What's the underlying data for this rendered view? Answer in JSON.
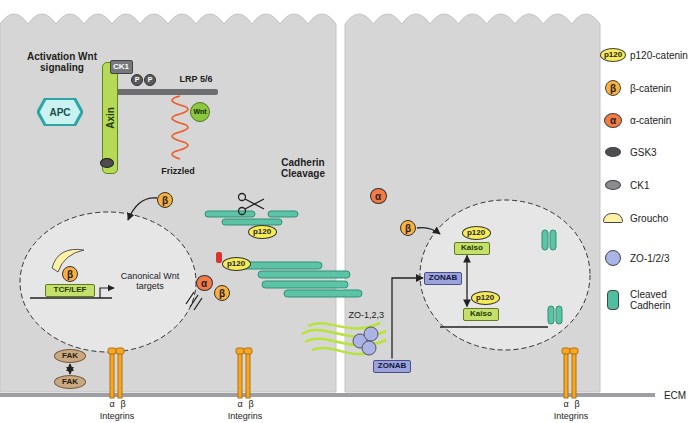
{
  "diagram": {
    "nodes": [
      {
        "text": [
          "APC"
        ]
      },
      {
        "text": [
          "Axin"
        ]
      },
      {
        "text": [
          "CK1"
        ]
      },
      {
        "text": [
          "P"
        ]
      },
      {
        "text": [
          "P"
        ]
      },
      {
        "text": [
          "p120"
        ]
      },
      {
        "text": [
          "α"
        ]
      },
      {
        "text": [
          "p120"
        ]
      },
      {
        "text": [
          "α"
        ]
      },
      {
        "text": [
          "β"
        ]
      },
      {
        "text": [
          "β"
        ]
      },
      {
        "text": [
          "TCF/LEF"
        ]
      },
      {
        "text": [
          "β"
        ]
      },
      {
        "text": [
          "FAK"
        ]
      },
      {
        "text": [
          "FAK"
        ]
      },
      {
        "text": [
          "β"
        ]
      },
      {
        "text": [
          "p120"
        ]
      },
      {
        "text": [
          "Kaiso"
        ]
      },
      {
        "text": [
          "ZONAB"
        ]
      },
      {
        "text": [
          "p120"
        ]
      },
      {
        "text": [
          "Kaiso"
        ]
      },
      {
        "text": [
          "ZONAB"
        ]
      },
      {
        "text": [
          "Wnt"
        ]
      }
    ],
    "edges": [
      {
        "from": 13,
        "to": 14,
        "arrow": "both"
      },
      {
        "from": 17,
        "to": 20,
        "arrow": "both"
      },
      {
        "from": 21,
        "to": 18,
        "arrow": "to"
      }
    ],
    "labels": [
      "Activation Wnt signaling",
      "LRP 5/6",
      "Frizzled",
      "Cadherin Cleavage",
      "Canonical Wnt targets",
      "ZO-1,2,3",
      "ECM",
      "α",
      "β",
      "Integrins",
      "α",
      "β",
      "Integrins",
      "α",
      "β",
      "Integrins",
      "p120",
      "β",
      "α"
    ],
    "legend": [
      {
        "text": "p120-catenin",
        "color": "#f6eb55"
      },
      {
        "text": "β-catenin",
        "color": "#fbb03b"
      },
      {
        "text": "α-catenin",
        "color": "#f47b45"
      },
      {
        "text": "GSK3",
        "color": "#4d4d4f"
      },
      {
        "text": "CK1",
        "color": "#8a8c8e"
      },
      {
        "text": "Groucho",
        "color": "#fdf1a6"
      },
      {
        "text": "ZO-1/2/3",
        "color": "#aab4e6"
      },
      {
        "text": "Cleaved Cadherin",
        "color": "#4fbf9f"
      }
    ]
  }
}
